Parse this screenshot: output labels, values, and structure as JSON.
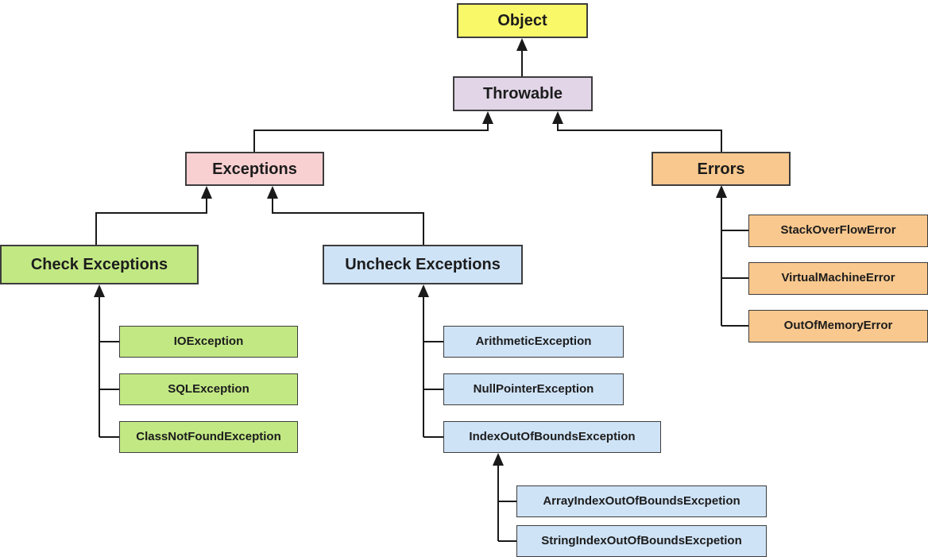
{
  "diagram_type": "hierarchy-flowchart",
  "colors": {
    "yellow": "#F9F868",
    "lavender": "#E1D5E7",
    "pink": "#F9D0D1",
    "orange": "#F9C88E",
    "green": "#C2E884",
    "blue": "#CFE3F7",
    "line": "#1a1a1a",
    "border": "#3d3d3d"
  },
  "nodes": {
    "object": {
      "label": "Object",
      "color": "#F9F868"
    },
    "throwable": {
      "label": "Throwable",
      "color": "#E1D5E7"
    },
    "exceptions": {
      "label": "Exceptions",
      "color": "#F9D0D1"
    },
    "errors": {
      "label": "Errors",
      "color": "#F9C88E"
    },
    "check_exceptions": {
      "label": "Check Exceptions",
      "color": "#C2E884"
    },
    "uncheck_exceptions": {
      "label": "Uncheck Exceptions",
      "color": "#CFE3F7"
    },
    "io_exception": {
      "label": "IOException",
      "color": "#C2E884"
    },
    "sql_exception": {
      "label": "SQLException",
      "color": "#C2E884"
    },
    "class_not_found_exception": {
      "label": "ClassNotFoundException",
      "color": "#C2E884"
    },
    "arithmetic_exception": {
      "label": "ArithmeticException",
      "color": "#CFE3F7"
    },
    "null_pointer_exception": {
      "label": "NullPointerException",
      "color": "#CFE3F7"
    },
    "index_out_of_bounds_exception": {
      "label": "IndexOutOfBoundsException",
      "color": "#CFE3F7"
    },
    "array_index_out_of_bounds": {
      "label": "ArrayIndexOutOfBoundsExcpetion",
      "color": "#CFE3F7"
    },
    "string_index_out_of_bounds": {
      "label": "StringIndexOutOfBoundsExcpetion",
      "color": "#CFE3F7"
    },
    "stack_overflow_error": {
      "label": "StackOverFlowError",
      "color": "#F9C88E"
    },
    "virtual_machine_error": {
      "label": "VirtualMachineError",
      "color": "#F9C88E"
    },
    "out_of_memory_error": {
      "label": "OutOfMemoryError",
      "color": "#F9C88E"
    }
  },
  "edges": [
    {
      "from": "throwable",
      "to": "object"
    },
    {
      "from": "exceptions",
      "to": "throwable"
    },
    {
      "from": "errors",
      "to": "throwable"
    },
    {
      "from": "check_exceptions",
      "to": "exceptions"
    },
    {
      "from": "uncheck_exceptions",
      "to": "exceptions"
    },
    {
      "from": "io_exception",
      "to": "check_exceptions"
    },
    {
      "from": "sql_exception",
      "to": "check_exceptions"
    },
    {
      "from": "class_not_found_exception",
      "to": "check_exceptions"
    },
    {
      "from": "arithmetic_exception",
      "to": "uncheck_exceptions"
    },
    {
      "from": "null_pointer_exception",
      "to": "uncheck_exceptions"
    },
    {
      "from": "index_out_of_bounds_exception",
      "to": "uncheck_exceptions"
    },
    {
      "from": "array_index_out_of_bounds",
      "to": "index_out_of_bounds_exception"
    },
    {
      "from": "string_index_out_of_bounds",
      "to": "index_out_of_bounds_exception"
    },
    {
      "from": "stack_overflow_error",
      "to": "errors"
    },
    {
      "from": "virtual_machine_error",
      "to": "errors"
    },
    {
      "from": "out_of_memory_error",
      "to": "errors"
    }
  ]
}
